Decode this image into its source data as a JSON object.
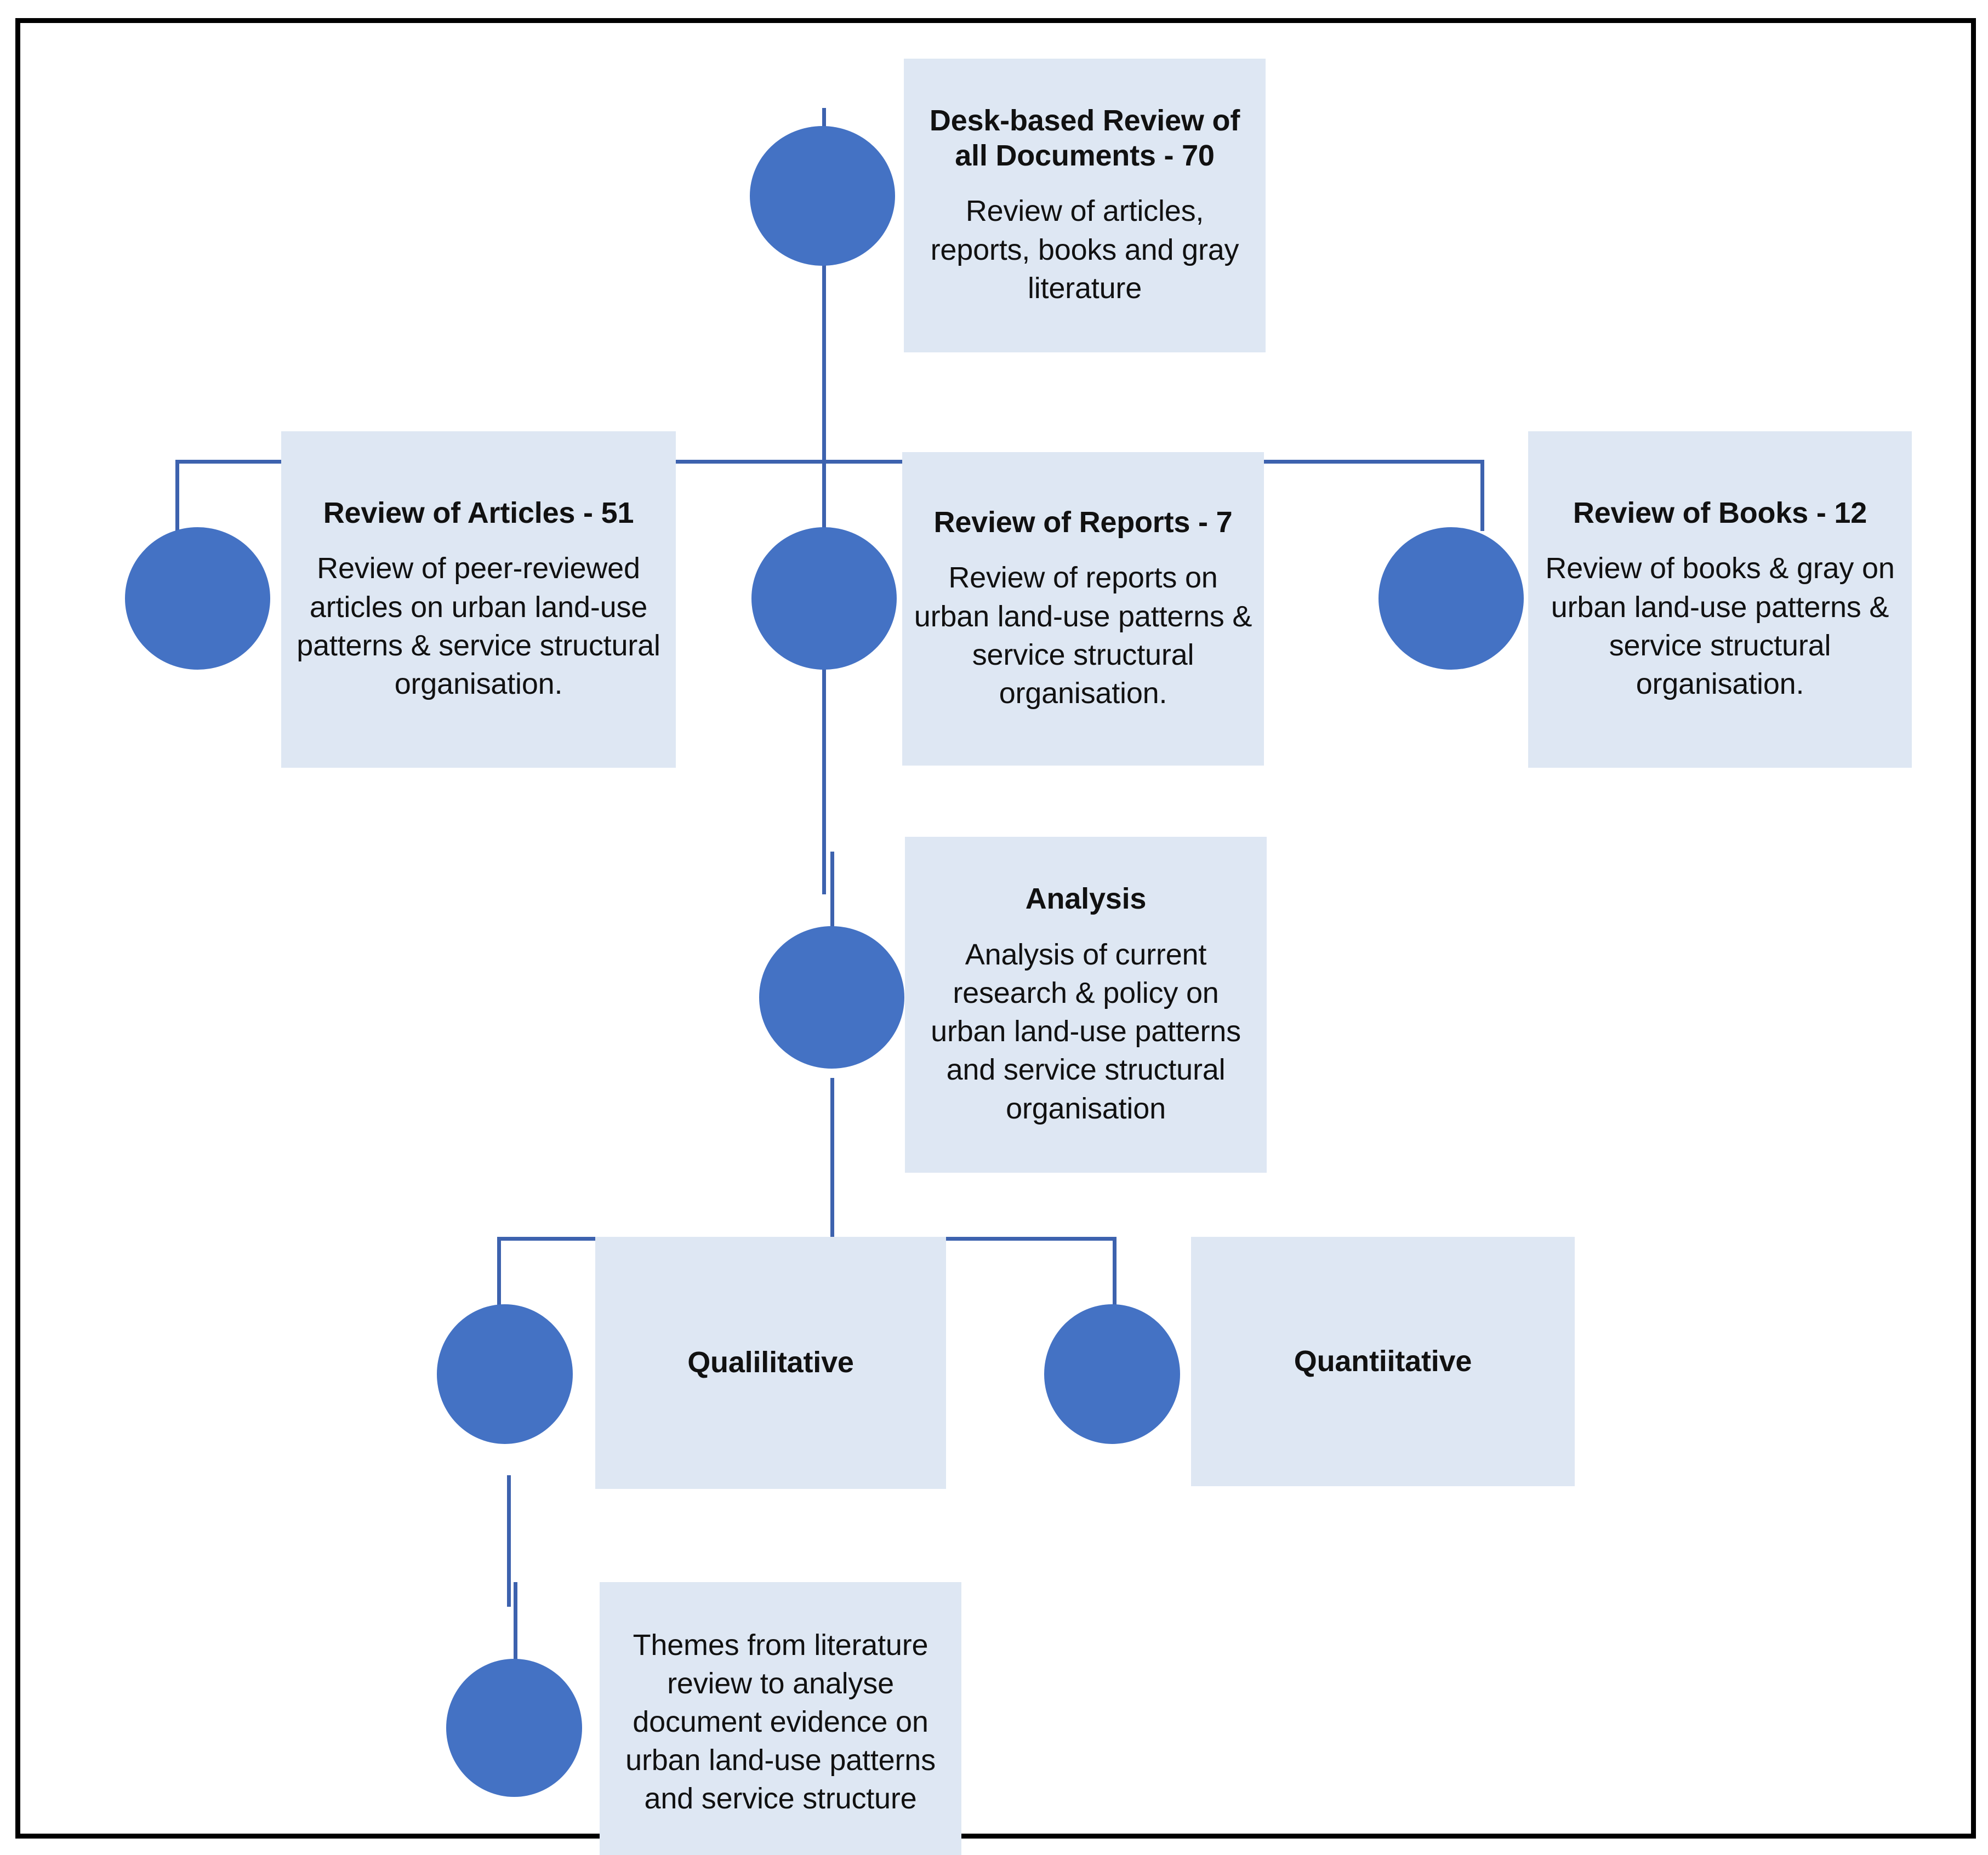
{
  "diagram": {
    "title": "Desk-based document review methodology flow diagram",
    "colors": {
      "node_fill": "#DEE7F3",
      "circle_fill": "#4472C4",
      "connector": "#3D62AE",
      "frame_border": "#000000",
      "page_background": "#FFFFFF",
      "text": "#111111"
    },
    "nodes": [
      {
        "id": "desk-based-review",
        "title": "Desk-based Review of all Documents - 70",
        "body": "Review of articles, reports, books and gray literature",
        "count": 70
      },
      {
        "id": "review-of-articles",
        "title": "Review of Articles - 51",
        "body": "Review of peer-reviewed articles on urban land-use patterns & service structural organisation.",
        "count": 51
      },
      {
        "id": "review-of-reports",
        "title": "Review of Reports - 7",
        "body": "Review of reports on urban land-use patterns & service structural organisation.",
        "count": 7
      },
      {
        "id": "review-of-books",
        "title": "Review of Books - 12",
        "body": "Review of books & gray on urban land-use patterns & service structural organisation.",
        "count": 12
      },
      {
        "id": "analysis",
        "title": "Analysis",
        "body": "Analysis of current research & policy on urban land-use patterns and service structural organisation"
      },
      {
        "id": "qualitative",
        "title": "Qualilitative",
        "body": ""
      },
      {
        "id": "quantitative",
        "title": "Quantiitative",
        "body": ""
      },
      {
        "id": "themes",
        "title": "",
        "body": "Themes from literature review to analyse document evidence on urban land-use patterns and service structure"
      }
    ]
  }
}
